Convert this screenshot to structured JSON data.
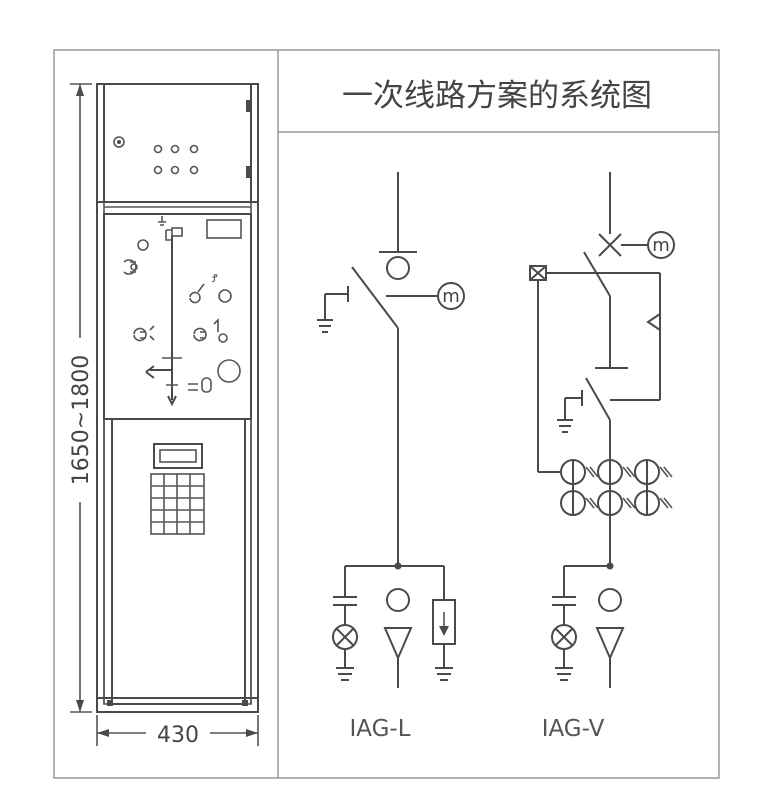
{
  "header": {
    "title": "一次线路方案的系统图"
  },
  "cabinet": {
    "height_dimension": "1650~1800",
    "width_dimension": "430"
  },
  "schemes": [
    {
      "name": "IAG-L",
      "motor_label": "m"
    },
    {
      "name": "IAG-V",
      "motor_label": "m"
    }
  ],
  "colors": {
    "line": "#4a4a4a",
    "frame": "#9a9a9a",
    "background": "#ffffff"
  }
}
